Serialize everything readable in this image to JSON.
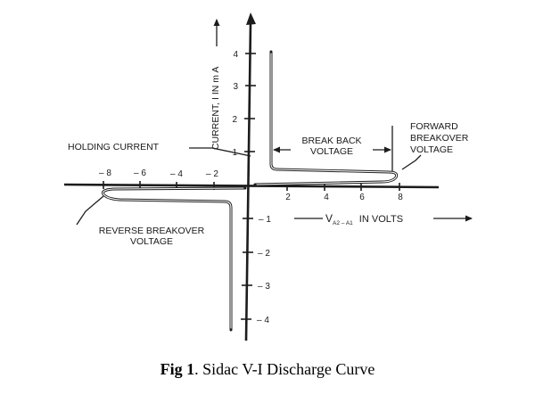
{
  "diagram": {
    "y_axis_label": "CURRENT, I IN m A",
    "x_axis_label_main": "V",
    "x_axis_label_sub": "A2 – A1",
    "x_axis_label_unit": "IN VOLTS",
    "x_ticks_negative": [
      "– 8",
      "– 6",
      "– 4",
      "– 2"
    ],
    "x_ticks_positive": [
      "2",
      "4",
      "6",
      "8"
    ],
    "y_ticks_positive": [
      "4",
      "3",
      "2",
      "1"
    ],
    "y_ticks_negative": [
      "– 1",
      "– 2",
      "– 3",
      "– 4"
    ],
    "labels": {
      "holding_current": "HOLDING CURRENT",
      "break_back_line1": "BREAK BACK",
      "break_back_line2": "VOLTAGE",
      "forward_line1": "FORWARD",
      "forward_line2": "BREAKOVER",
      "forward_line3": "VOLTAGE",
      "reverse_line1": "REVERSE BREAKOVER",
      "reverse_line2": "VOLTAGE"
    }
  },
  "caption": {
    "figure_number": "Fig 1",
    "text": ". Sidac V-I Discharge Curve"
  }
}
